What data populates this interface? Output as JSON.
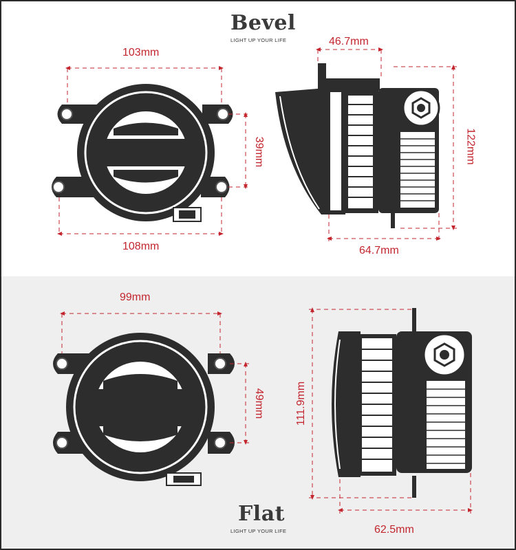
{
  "bevel": {
    "title": "Bevel",
    "tagline": "LIGHT UP YOUR LIFE",
    "dims": {
      "front_top": "103mm",
      "front_bottom": "108mm",
      "front_right": "39mm",
      "side_top": "46.7mm",
      "side_bottom": "64.7mm",
      "side_right": "122mm"
    }
  },
  "flat": {
    "title": "Flat",
    "tagline": "LIGHT UP YOUR LIFE",
    "dims": {
      "front_top": "99mm",
      "front_right": "49mm",
      "side_left": "111.9mm",
      "side_bottom": "62.5mm"
    }
  },
  "colors": {
    "dimension": "#c3262e",
    "lamp_body": "#2d2d2d",
    "panel_bottom": "#efefef",
    "frame": "#2b2b2b"
  }
}
